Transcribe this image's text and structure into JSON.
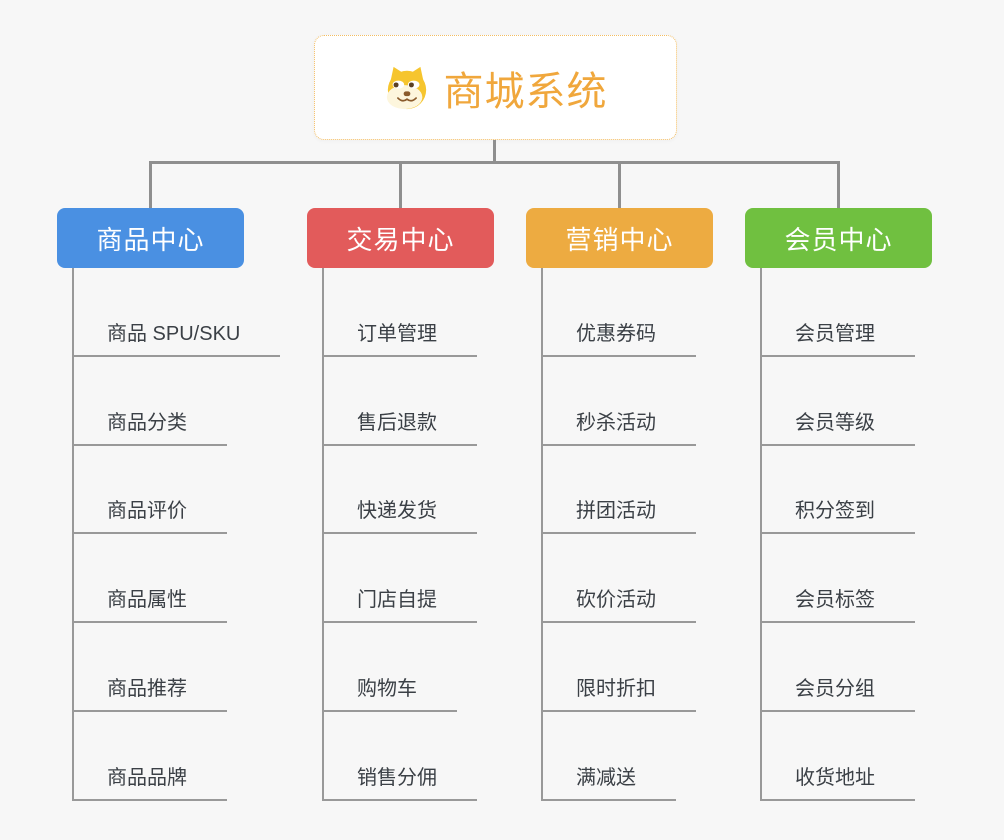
{
  "root": {
    "title": "商城系统",
    "icon": "doge-face-icon"
  },
  "branches": [
    {
      "label": "商品中心",
      "color": "#4a90e2",
      "children": [
        "商品 SPU/SKU",
        "商品分类",
        "商品评价",
        "商品属性",
        "商品推荐",
        "商品品牌"
      ]
    },
    {
      "label": "交易中心",
      "color": "#e25b5b",
      "children": [
        "订单管理",
        "售后退款",
        "快递发货",
        "门店自提",
        "购物车",
        "销售分佣"
      ]
    },
    {
      "label": "营销中心",
      "color": "#edab41",
      "children": [
        "优惠券码",
        "秒杀活动",
        "拼团活动",
        "砍价活动",
        "限时折扣",
        "满减送"
      ]
    },
    {
      "label": "会员中心",
      "color": "#70c040",
      "children": [
        "会员管理",
        "会员等级",
        "积分签到",
        "会员标签",
        "会员分组",
        "收货地址"
      ]
    }
  ],
  "colors": {
    "background": "#f7f7f7",
    "connector": "#8f8f8f",
    "leaf_line": "#999999",
    "leaf_text": "#3b4046",
    "branch_text": "#ffffff",
    "root_border": "#f3bd62",
    "root_text": "#f0a73c",
    "root_background": "#ffffff",
    "doge_yellow": "#f6c52e",
    "doge_cream": "#fdf6dd",
    "doge_brown": "#8a5b2c"
  }
}
